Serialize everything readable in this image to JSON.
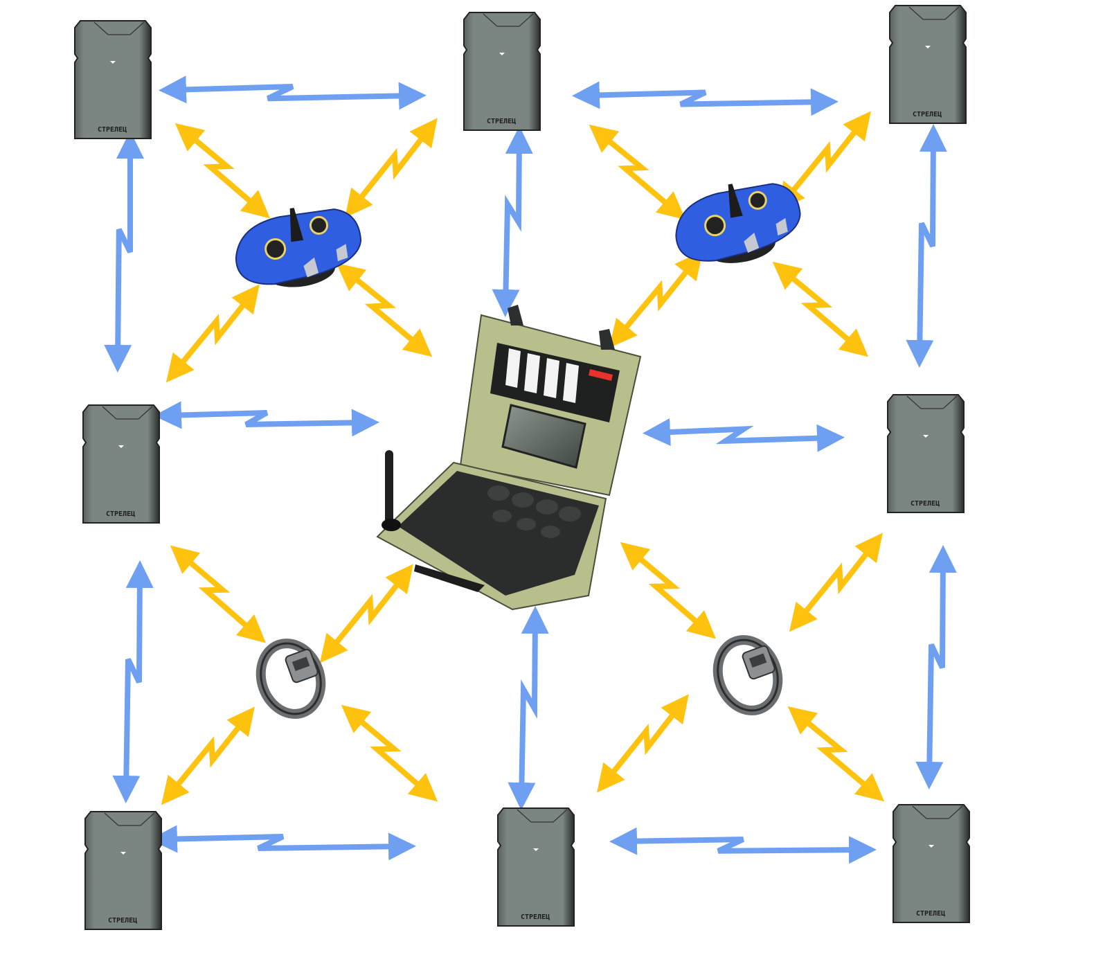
{
  "diagram": {
    "device_logo": "СТРЕЛЕЦ",
    "colors": {
      "blue_link": "#6e9ff0",
      "yellow_link": "#ffc20e",
      "device_body": "#7b8581",
      "controller_body": "#2f5fe0",
      "case_body": "#b9bf8c"
    },
    "nodes": {
      "radio_units": 8,
      "controllers": 2,
      "wrist_terminals": 2,
      "base_station": 1
    }
  }
}
